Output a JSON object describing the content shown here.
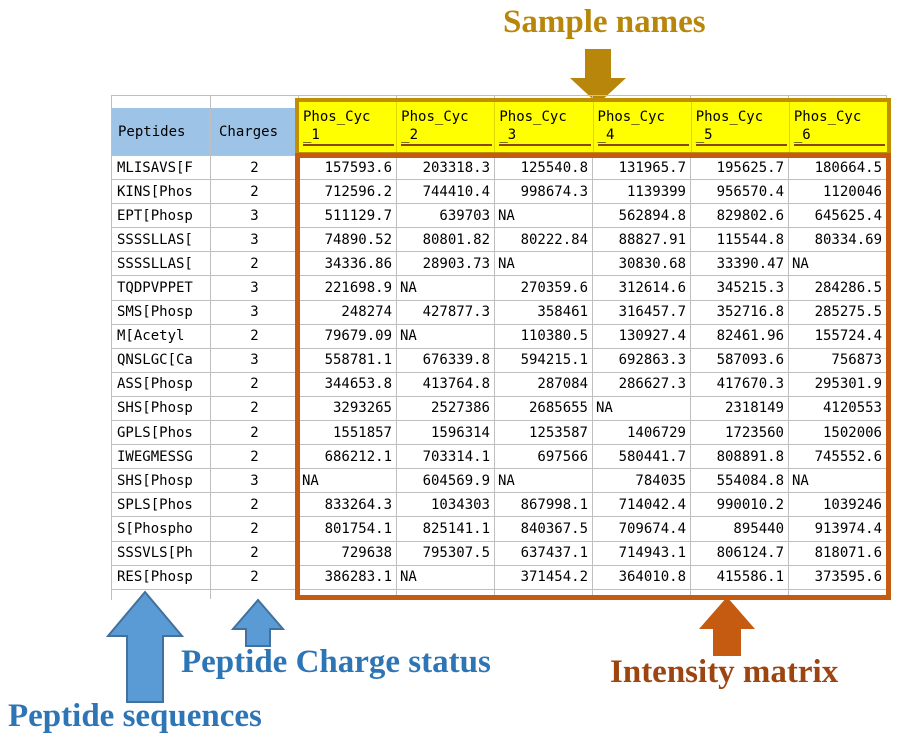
{
  "annotations": {
    "sample_names": "Sample names",
    "peptide_sequences": "Peptide sequences",
    "peptide_charge_status": "Peptide Charge status",
    "intensity_matrix": "Intensity matrix"
  },
  "colors": {
    "header_fill": "#9DC3E6",
    "sample_header_fill": "#FFFF00",
    "sample_box_border": "#BF8F00",
    "sample_underline": "#8B4513",
    "matrix_box_border": "#C55A11",
    "gridline": "#BFBFBF",
    "gold_annotation": "#B8860B",
    "gold_arrow_fill": "#B8860B",
    "blue_annotation": "#2E75B6",
    "blue_arrow_fill": "#5B9BD5",
    "blue_arrow_border": "#41719C",
    "orange_annotation": "#9C4511",
    "orange_arrow_fill": "#C55A11"
  },
  "table": {
    "peptides_header": "Peptides",
    "charges_header": "Charges",
    "sample_headers": [
      {
        "top": "Phos_Cyc",
        "bottom": "_1"
      },
      {
        "top": "Phos_Cyc",
        "bottom": "_2"
      },
      {
        "top": "Phos_Cyc",
        "bottom": "_3"
      },
      {
        "top": "Phos_Cyc",
        "bottom": "_4"
      },
      {
        "top": "Phos_Cyc",
        "bottom": "_5"
      },
      {
        "top": "Phos_Cyc",
        "bottom": "_6"
      }
    ],
    "rows": [
      {
        "peptide": "MLISAVS[F",
        "charge": "2",
        "values": [
          "157593.6",
          "203318.3",
          "125540.8",
          "131965.7",
          "195625.7",
          "180664.5"
        ]
      },
      {
        "peptide": "KINS[Phos",
        "charge": "2",
        "values": [
          "712596.2",
          "744410.4",
          "998674.3",
          "1139399",
          "956570.4",
          "1120046"
        ]
      },
      {
        "peptide": "EPT[Phosp",
        "charge": "3",
        "values": [
          "511129.7",
          "639703",
          "NA",
          "562894.8",
          "829802.6",
          "645625.4"
        ]
      },
      {
        "peptide": "SSSSLLAS[",
        "charge": "3",
        "values": [
          "74890.52",
          "80801.82",
          "80222.84",
          "88827.91",
          "115544.8",
          "80334.69"
        ]
      },
      {
        "peptide": "SSSSLLAS[",
        "charge": "2",
        "values": [
          "34336.86",
          "28903.73",
          "NA",
          "30830.68",
          "33390.47",
          "NA"
        ]
      },
      {
        "peptide": "TQDPVPPET",
        "charge": "3",
        "values": [
          "221698.9",
          "NA",
          "270359.6",
          "312614.6",
          "345215.3",
          "284286.5"
        ]
      },
      {
        "peptide": "SMS[Phosp",
        "charge": "3",
        "values": [
          "248274",
          "427877.3",
          "358461",
          "316457.7",
          "352716.8",
          "285275.5"
        ]
      },
      {
        "peptide": "M[Acetyl",
        "charge": "2",
        "values": [
          "79679.09",
          "NA",
          "110380.5",
          "130927.4",
          "82461.96",
          "155724.4"
        ]
      },
      {
        "peptide": "QNSLGC[Ca",
        "charge": "3",
        "values": [
          "558781.1",
          "676339.8",
          "594215.1",
          "692863.3",
          "587093.6",
          "756873"
        ]
      },
      {
        "peptide": "ASS[Phosp",
        "charge": "2",
        "values": [
          "344653.8",
          "413764.8",
          "287084",
          "286627.3",
          "417670.3",
          "295301.9"
        ]
      },
      {
        "peptide": "SHS[Phosp",
        "charge": "2",
        "values": [
          "3293265",
          "2527386",
          "2685655",
          "NA",
          "2318149",
          "4120553"
        ]
      },
      {
        "peptide": "GPLS[Phos",
        "charge": "2",
        "values": [
          "1551857",
          "1596314",
          "1253587",
          "1406729",
          "1723560",
          "1502006"
        ]
      },
      {
        "peptide": "IWEGMESSG",
        "charge": "2",
        "values": [
          "686212.1",
          "703314.1",
          "697566",
          "580441.7",
          "808891.8",
          "745552.6"
        ]
      },
      {
        "peptide": "SHS[Phosp",
        "charge": "3",
        "values": [
          "NA",
          "604569.9",
          "NA",
          "784035",
          "554084.8",
          "NA"
        ]
      },
      {
        "peptide": "SPLS[Phos",
        "charge": "2",
        "values": [
          "833264.3",
          "1034303",
          "867998.1",
          "714042.4",
          "990010.2",
          "1039246"
        ]
      },
      {
        "peptide": "S[Phospho",
        "charge": "2",
        "values": [
          "801754.1",
          "825141.1",
          "840367.5",
          "709674.4",
          "895440",
          "913974.4"
        ]
      },
      {
        "peptide": "SSSVLS[Ph",
        "charge": "2",
        "values": [
          "729638",
          "795307.5",
          "637437.1",
          "714943.1",
          "806124.7",
          "818071.6"
        ]
      },
      {
        "peptide": "RES[Phosp",
        "charge": "2",
        "values": [
          "386283.1",
          "NA",
          "371454.2",
          "364010.8",
          "415586.1",
          "373595.6"
        ]
      }
    ]
  }
}
